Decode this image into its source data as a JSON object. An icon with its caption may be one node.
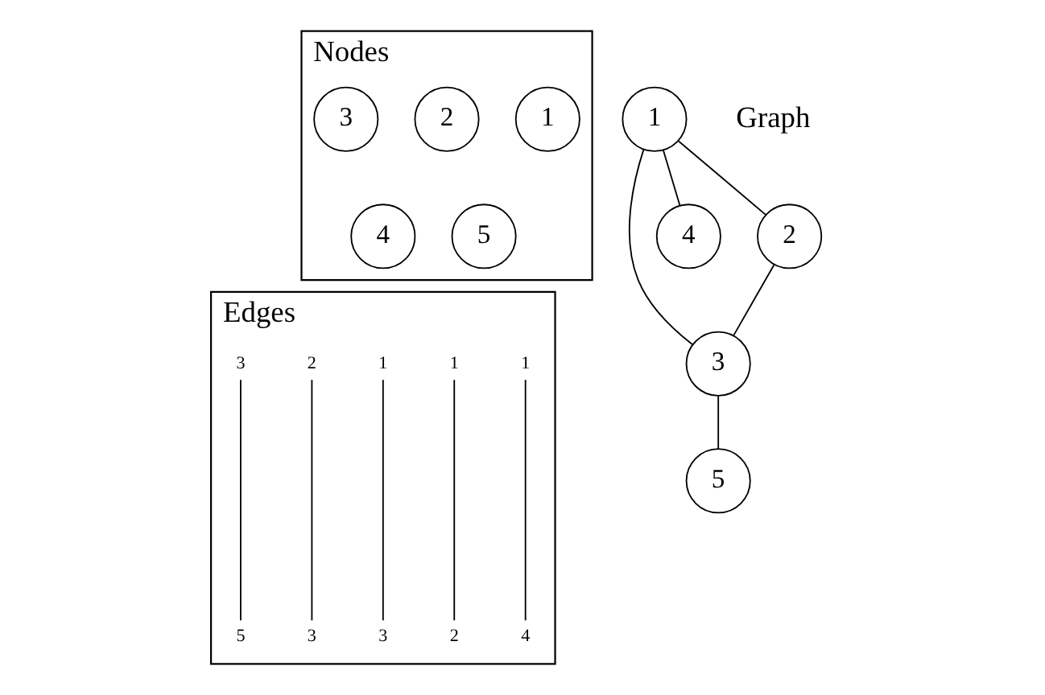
{
  "diagram": {
    "nodes": [
      {
        "text": [
          "Nodes"
        ]
      },
      {
        "text": [
          "1"
        ],
        "in": 0
      },
      {
        "text": [
          "2"
        ],
        "in": 0
      },
      {
        "text": [
          "3"
        ],
        "in": 0
      },
      {
        "text": [
          "4"
        ],
        "in": 0
      },
      {
        "text": [
          "5"
        ],
        "in": 0
      },
      {
        "text": [
          "Edges"
        ]
      },
      {
        "text": [
          "1"
        ],
        "in": 6
      },
      {
        "text": [
          "1"
        ],
        "in": 6
      },
      {
        "text": [
          "1"
        ],
        "in": 6
      },
      {
        "text": [
          "2"
        ],
        "in": 6
      },
      {
        "text": [
          "3"
        ],
        "in": 6
      },
      {
        "text": [
          "4"
        ],
        "in": 6
      },
      {
        "text": [
          "2"
        ],
        "in": 6
      },
      {
        "text": [
          "3"
        ],
        "in": 6
      },
      {
        "text": [
          "3"
        ],
        "in": 6
      },
      {
        "text": [
          "5"
        ],
        "in": 6
      },
      {
        "text": [
          "2"
        ]
      },
      {
        "text": [
          "5"
        ]
      },
      {
        "text": [
          "1"
        ]
      },
      {
        "text": [
          "3"
        ]
      },
      {
        "text": [
          "4"
        ]
      }
    ],
    "edges": [
      {
        "from": 7,
        "to": 12,
        "arrow": "none"
      },
      {
        "from": 8,
        "to": 13,
        "arrow": "none"
      },
      {
        "from": 9,
        "to": 14,
        "arrow": "none"
      },
      {
        "from": 10,
        "to": 15,
        "arrow": "none"
      },
      {
        "from": 11,
        "to": 16,
        "arrow": "none"
      },
      {
        "from": 19,
        "to": 17,
        "arrow": "none"
      },
      {
        "from": 17,
        "to": 20,
        "arrow": "none"
      },
      {
        "from": 19,
        "to": 20,
        "arrow": "none"
      },
      {
        "from": 19,
        "to": 21,
        "arrow": "none"
      },
      {
        "from": 20,
        "to": 18,
        "arrow": "none"
      }
    ],
    "labels": [
      "Graph"
    ]
  }
}
